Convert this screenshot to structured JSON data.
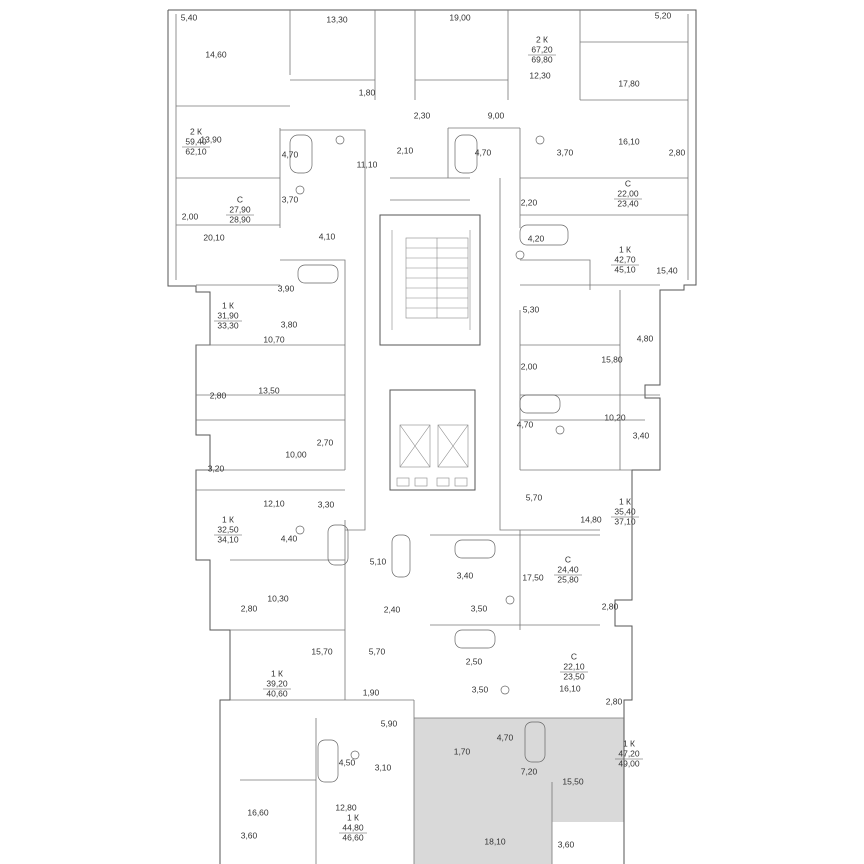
{
  "apartments": [
    {
      "id": "apt-2k-top-right",
      "type": "2 К",
      "living": "67,20",
      "total": "69,80"
    },
    {
      "id": "apt-2k-left",
      "type": "2 К",
      "living": "59,40",
      "total": "62,10"
    },
    {
      "id": "apt-studio-left-1",
      "type": "С",
      "living": "27,90",
      "total": "28,90"
    },
    {
      "id": "apt-studio-right-1",
      "type": "С",
      "living": "22,00",
      "total": "23,40"
    },
    {
      "id": "apt-1k-right-1",
      "type": "1 К",
      "living": "42,70",
      "total": "45,10"
    },
    {
      "id": "apt-1k-left-1",
      "type": "1 К",
      "living": "31,90",
      "total": "33,30"
    },
    {
      "id": "apt-1k-right-2",
      "type": "1 К",
      "living": "35,40",
      "total": "37,10"
    },
    {
      "id": "apt-1k-left-2",
      "type": "1 К",
      "living": "32,50",
      "total": "34,10"
    },
    {
      "id": "apt-studio-right-2",
      "type": "С",
      "living": "24,40",
      "total": "25,80"
    },
    {
      "id": "apt-studio-right-3",
      "type": "С",
      "living": "22,10",
      "total": "23,50"
    },
    {
      "id": "apt-1k-left-3",
      "type": "1 К",
      "living": "39,20",
      "total": "40,60"
    },
    {
      "id": "apt-1k-highlight",
      "type": "1 К",
      "living": "47,20",
      "total": "49,00"
    },
    {
      "id": "apt-1k-bottom",
      "type": "1 К",
      "living": "44,80",
      "total": "46,60"
    }
  ],
  "rooms": [
    "5,40",
    "13,30",
    "19,00",
    "5,20",
    "14,60",
    "12,30",
    "17,80",
    "1,80",
    "9,00",
    "2,30",
    "13,90",
    "4,70",
    "2,10",
    "4,70",
    "3,70",
    "16,10",
    "2,80",
    "11,10",
    "3,70",
    "2,00",
    "2,20",
    "20,10",
    "4,10",
    "4,20",
    "15,40",
    "3,90",
    "3,80",
    "5,30",
    "4,80",
    "10,70",
    "15,80",
    "13,50",
    "2,00",
    "2,80",
    "10,20",
    "4,70",
    "3,40",
    "2,70",
    "10,00",
    "3,20",
    "5,70",
    "12,10",
    "3,30",
    "14,80",
    "4,40",
    "5,10",
    "3,40",
    "17,50",
    "2,80",
    "10,30",
    "3,50",
    "2,80",
    "2,40",
    "15,70",
    "5,70",
    "2,50",
    "16,10",
    "1,90",
    "3,50",
    "2,80",
    "5,90",
    "1,70",
    "4,70",
    "4,50",
    "3,10",
    "7,20",
    "15,50",
    "16,60",
    "12,80",
    "3,60",
    "18,10",
    "3,60"
  ]
}
